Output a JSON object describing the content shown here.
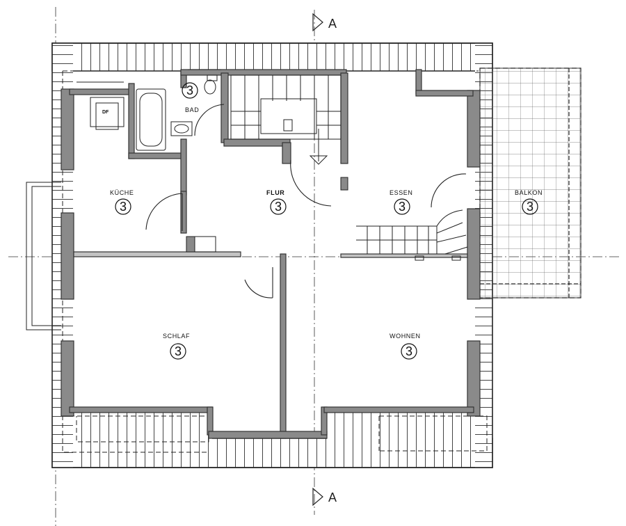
{
  "section_marks": {
    "top": "A",
    "bottom": "A"
  },
  "rooms": [
    {
      "id": "kueche",
      "label": "KÜCHE",
      "number": "3"
    },
    {
      "id": "flur",
      "label": "FLUR",
      "number": "3"
    },
    {
      "id": "essen",
      "label": "ESSEN",
      "number": "3"
    },
    {
      "id": "balkon",
      "label": "BALKON",
      "number": "3"
    },
    {
      "id": "schlaf",
      "label": "SCHLAF",
      "number": "3"
    },
    {
      "id": "wohnen",
      "label": "WOHNEN",
      "number": "3"
    },
    {
      "id": "bad",
      "label": "BAD",
      "number": "3"
    }
  ],
  "fixtures": {
    "dryer_label": "DF"
  },
  "colors": {
    "wall_fill": "#8a8a8a",
    "wall_stroke": "#333333",
    "line": "#222222",
    "background": "#ffffff"
  }
}
